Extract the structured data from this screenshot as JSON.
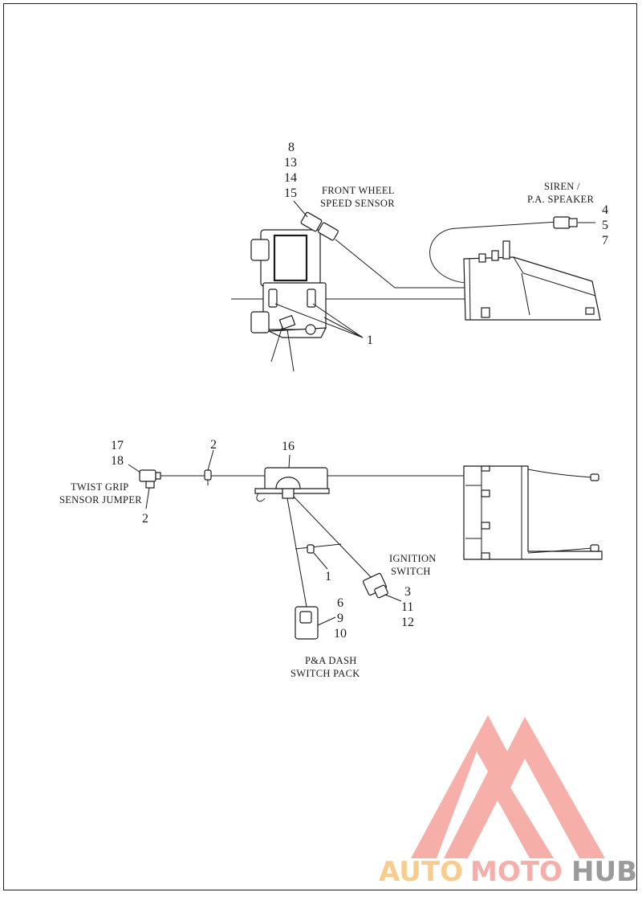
{
  "top": {
    "callouts": {
      "speed_sensor_refs": [
        "8",
        "13",
        "14",
        "15"
      ],
      "speaker_refs": [
        "4",
        "5",
        "7"
      ],
      "bracket_ref": "1"
    },
    "labels": {
      "front_wheel_l1": "FRONT WHEEL",
      "front_wheel_l2": "SPEED SENSOR",
      "siren_l1": "SIREN /",
      "siren_l2": "P.A. SPEAKER"
    }
  },
  "bottom": {
    "callouts": {
      "jumper_refs": [
        "17",
        "18"
      ],
      "jumper_bottom_ref": "2",
      "clip_ref": "2",
      "switch_housing_ref": "16",
      "tie_ref": "1",
      "dash_refs": [
        "6",
        "9",
        "10"
      ],
      "ignition_refs": [
        "3",
        "11",
        "12"
      ]
    },
    "labels": {
      "twist_l1": "TWIST GRIP",
      "twist_l2": "SENSOR JUMPER",
      "ignition_l1": "IGNITION",
      "ignition_l2": "SWITCH",
      "dash_l1": "P&A DASH",
      "dash_l2": "SWITCH PACK"
    }
  },
  "watermark": {
    "part1": "AUTO",
    "part2": "MOTO",
    "part3": "HUB",
    "colors": {
      "primary": "#f4a19a",
      "secondary": "#f7c47a",
      "dark": "#8a8a8a"
    }
  }
}
